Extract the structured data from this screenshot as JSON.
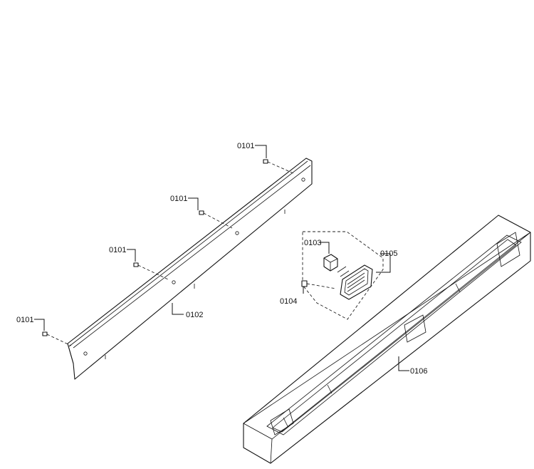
{
  "labels": {
    "screw_1": "0101",
    "screw_2": "0101",
    "screw_3": "0101",
    "screw_4": "0101",
    "rail": "0102",
    "knob": "0103",
    "screw_5": "0104",
    "module": "0105",
    "panel": "0106"
  }
}
